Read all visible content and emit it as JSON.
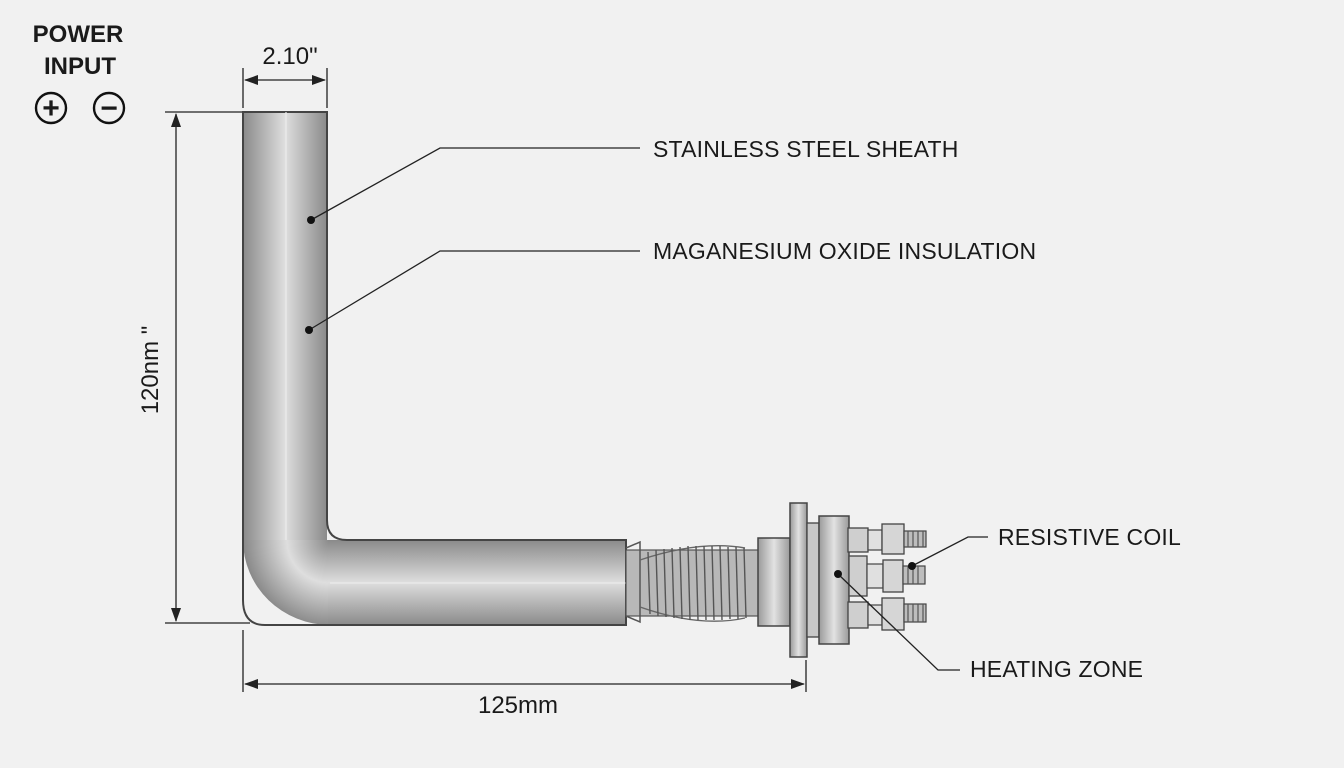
{
  "power_input": {
    "title_line1": "POWER",
    "title_line2": "INPUT",
    "plus_symbol": "+",
    "minus_symbol": "−"
  },
  "dimensions": {
    "diameter": "2.10\"",
    "height": "120nm \"",
    "length": "125mm"
  },
  "callouts": {
    "sheath": "STAINLESS STEEL SHEATH",
    "insulation": "MAGANESIUM OXIDE INSULATION",
    "coil": "RESISTIVE COIL",
    "heating_zone": "HEATING ZONE"
  },
  "colors": {
    "background": "#f1f1f1",
    "tube_dark": "#8e8e8e",
    "tube_light": "#dcdcdc",
    "outline": "#444444"
  }
}
